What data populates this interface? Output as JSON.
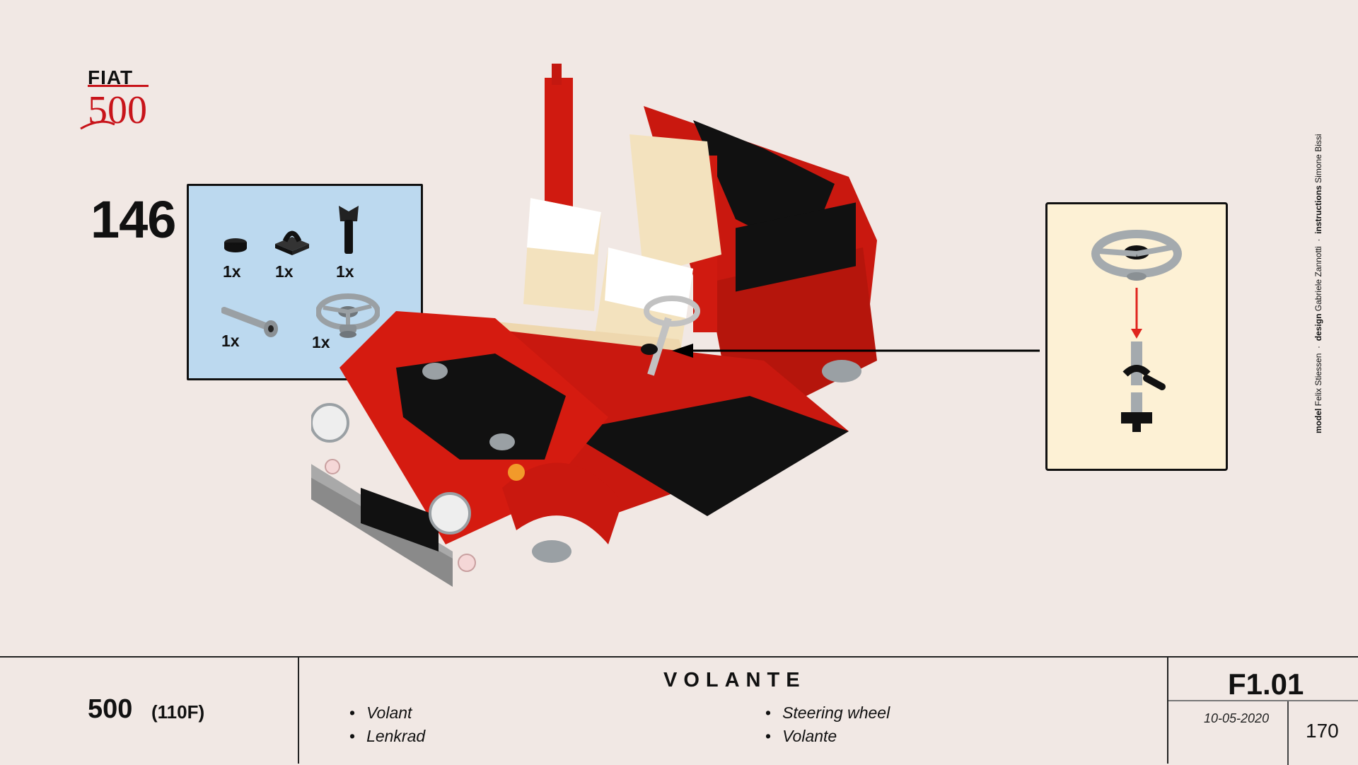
{
  "brand": {
    "top": "FIAT",
    "bottom": "500"
  },
  "step": {
    "number": "146"
  },
  "parts": [
    {
      "name": "round-tile-black",
      "qty": "1x"
    },
    {
      "name": "clip-plate-black",
      "qty": "1x"
    },
    {
      "name": "hose-nozzle-black",
      "qty": "1x"
    },
    {
      "name": "bar-with-stop-grey",
      "qty": "1x"
    },
    {
      "name": "steering-wheel-grey",
      "qty": "1x"
    }
  ],
  "credits": {
    "model_label": "model",
    "model_name": "Felix Stiessen",
    "design_label": "design",
    "design_name": "Gabriele Zannotti",
    "instr_label": "instructions",
    "instr_name": "Simone Bissi"
  },
  "footer": {
    "model_name": "500",
    "model_code": "(110F)",
    "title": "VOLANTE",
    "left_items": [
      "Volant",
      "Lenkrad"
    ],
    "right_items": [
      "Steering wheel",
      "Volante"
    ],
    "code": "F1.01",
    "date": "10-05-2020",
    "page": "170"
  },
  "colors": {
    "background": "#f1e8e4",
    "parts_box": "#bcd9ef",
    "inset_box": "#fdf1d5",
    "brick_red": "#d01a10",
    "tan": "#f3e2be"
  }
}
